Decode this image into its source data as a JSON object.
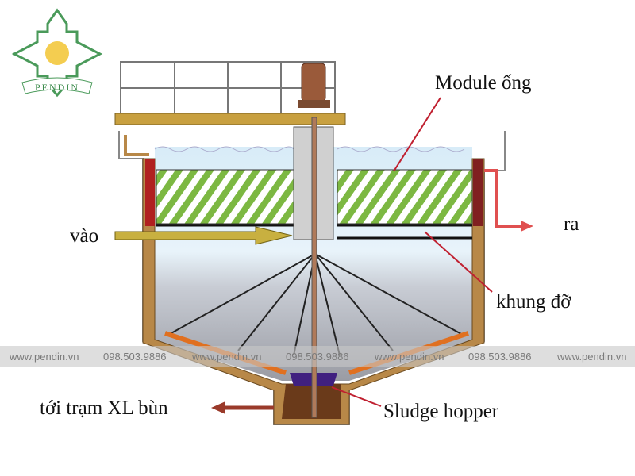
{
  "logo": {
    "text": "PENDIN",
    "colors": {
      "green": "#4a9a5a",
      "sun": "#f4cd50"
    }
  },
  "labels": {
    "module": "Module ống",
    "outlet": "ra",
    "inlet": "vào",
    "support_frame": "khung đỡ",
    "to_sludge": "tới trạm XL bùn",
    "hopper": "Sludge hopper"
  },
  "watermark": {
    "items": [
      "www.pendin.vn",
      "098.503.9886",
      "www.pendin.vn",
      "098.503.9886",
      "www.pendin.vn",
      "098.503.9886",
      "www.pendin.vn"
    ]
  }
}
